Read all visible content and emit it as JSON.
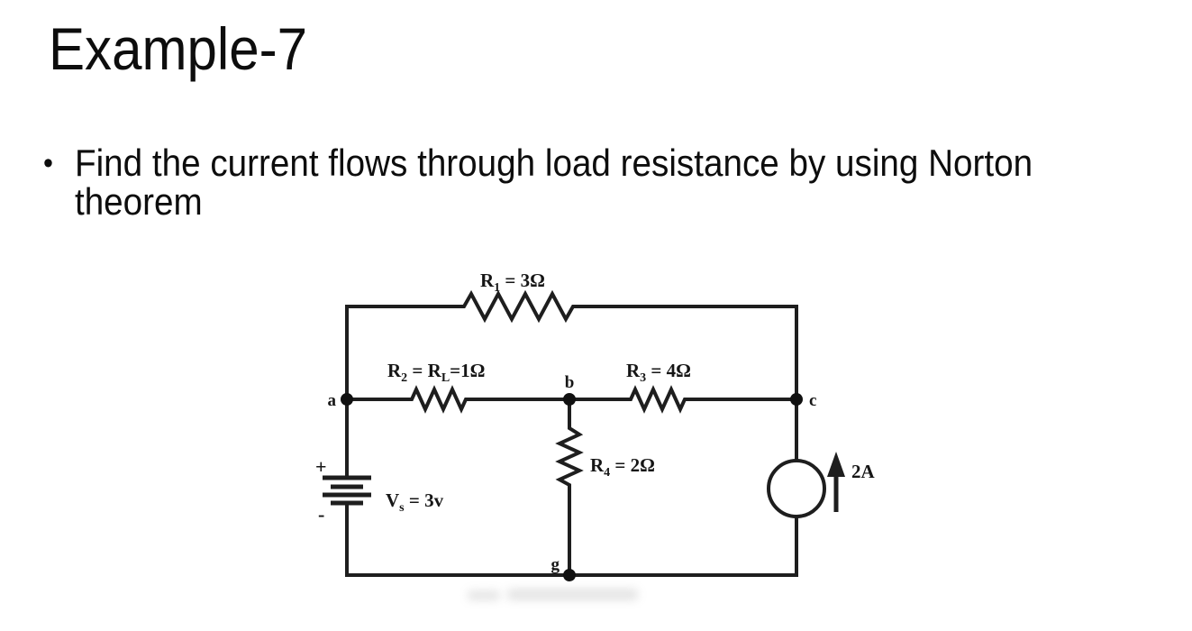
{
  "slide": {
    "title": "Example-7",
    "bullet": {
      "marker": "•",
      "text": "Find the current flows through load resistance by using Norton theorem"
    }
  },
  "circuit": {
    "resistors": {
      "r1": {
        "sym": "R",
        "sub": "1",
        "val": " = 3Ω"
      },
      "r2": {
        "sym": "R",
        "sub": "2",
        "mid": " = R",
        "sub2": "L",
        "val": "=1Ω"
      },
      "r3": {
        "sym": "R",
        "sub": "3",
        "val": " = 4Ω"
      },
      "r4": {
        "sym": "R",
        "sub": "4",
        "val": " = 2Ω"
      }
    },
    "voltage_source": {
      "sym": "V",
      "sub": "s",
      "val": " = 3v",
      "plus": "+",
      "minus": "-"
    },
    "current_source": {
      "label": "2A"
    },
    "nodes": {
      "a": "a",
      "b": "b",
      "c": "c",
      "g": "g"
    }
  }
}
